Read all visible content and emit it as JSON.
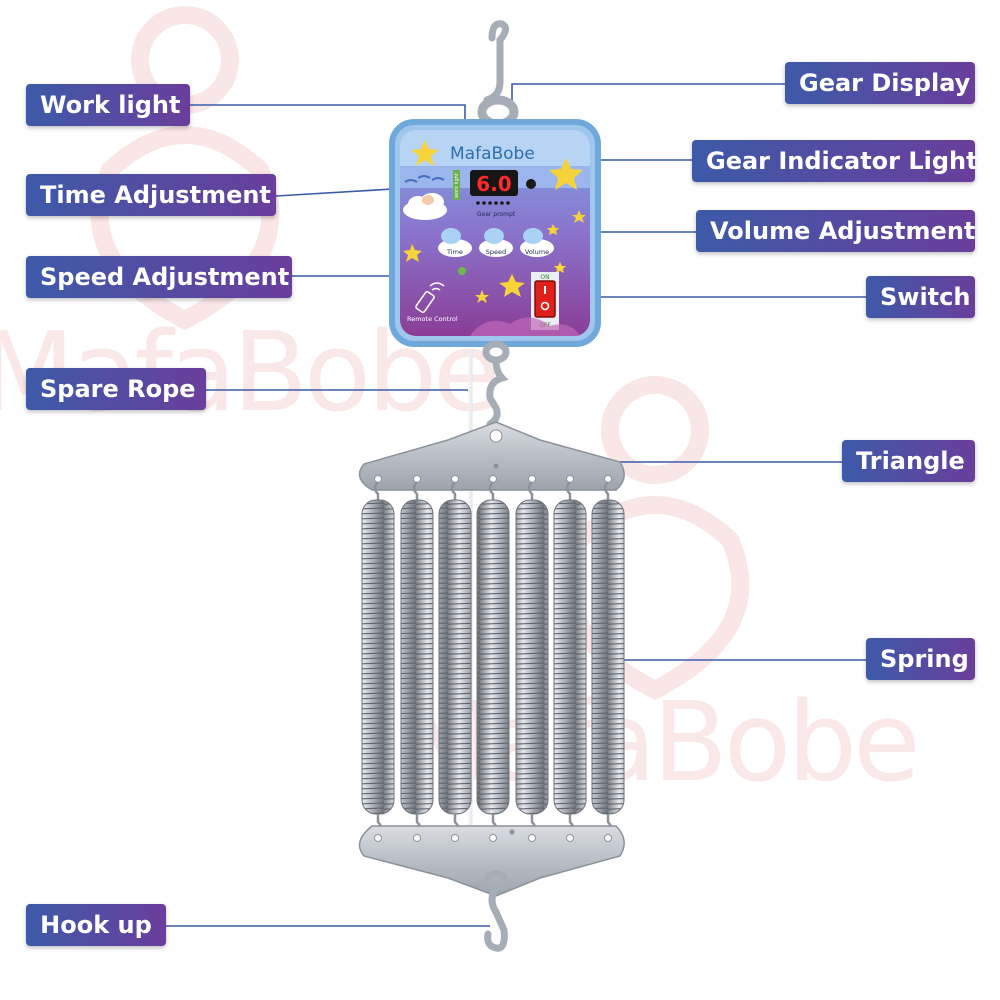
{
  "brand": {
    "name": "MafaBobe",
    "watermark": "MafaBobe"
  },
  "callouts": {
    "work_light": "Work light",
    "time_adjustment": "Time Adjustment",
    "speed_adjustment": "Speed Adjustment",
    "spare_rope": "Spare Rope",
    "hook_up": "Hook up",
    "gear_display": "Gear Display",
    "gear_indicator_light": "Gear Indicator Light",
    "volume_adjustment": "Volume Adjustment",
    "switch": "Switch",
    "triangle": "Triangle",
    "spring": "Spring"
  },
  "panel": {
    "display_value": "6.0",
    "gear_prompt": "Gear prompt",
    "buttons": {
      "time": "Time",
      "speed": "Speed",
      "volume": "Volume"
    },
    "switch_on": "ON",
    "switch_off": "OFF",
    "remote_control": "Remote Control",
    "side_label": "work light"
  },
  "colors": {
    "callout_start": "#3d5aa8",
    "callout_end": "#6a3e9c",
    "leader_line": "#3a5ba8",
    "panel_frame": "#6fa9dc",
    "panel_bottom": "#8a3d96",
    "display_red": "#ff2a2a",
    "switch_red": "#e0201a",
    "star_yellow": "#f7d33b"
  }
}
